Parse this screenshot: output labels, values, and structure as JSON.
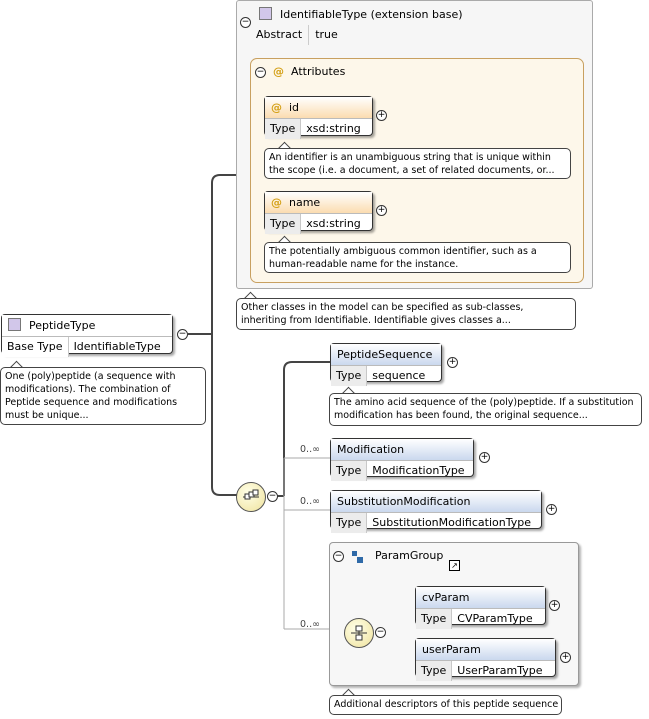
{
  "identifiable": {
    "title": "IdentifiableType (extension base)",
    "key": "Abstract",
    "value": "true"
  },
  "attributes": {
    "title": "Attributes",
    "id": {
      "name": "id",
      "type_key": "Type",
      "type_value": "xsd:string",
      "doc": "An identifier is an unambiguous string that is unique within the scope (i.e. a document, a set of related documents, or..."
    },
    "name": {
      "name": "name",
      "type_key": "Type",
      "type_value": "xsd:string",
      "doc": "The potentially ambiguous common identifier, such as a human-readable name for the instance."
    }
  },
  "identifiable_note": "Other classes in the model can be specified as sub-classes, inheriting from Identifiable. Identifiable gives classes a...",
  "peptide_type": {
    "name": "PeptideType",
    "key": "Base Type",
    "value": "IdentifiableType",
    "doc": "One (poly)peptide (a sequence with modifications). The combination of Peptide sequence and modifications must be unique..."
  },
  "elements": {
    "peptide_sequence": {
      "name": "PeptideSequence",
      "type_key": "Type",
      "type_value": "sequence",
      "doc": "The amino acid sequence of the (poly)peptide. If a substitution modification has been found, the original sequence..."
    },
    "modification": {
      "name": "Modification",
      "card": "0..∞",
      "type_key": "Type",
      "type_value": "ModificationType"
    },
    "substitution": {
      "name": "SubstitutionModification",
      "card": "0..∞",
      "type_key": "Type",
      "type_value": "SubstitutionModificationType"
    }
  },
  "param_group": {
    "name": "ParamGroup",
    "card": "0..∞",
    "cv_param": {
      "name": "cvParam",
      "type_key": "Type",
      "type_value": "CVParamType"
    },
    "user_param": {
      "name": "userParam",
      "type_key": "Type",
      "type_value": "UserParamType"
    },
    "doc": "Additional descriptors of this peptide sequence"
  },
  "icons": [
    "collapse-minus-icon",
    "expand-plus-icon",
    "class-square-icon",
    "attribute-at-icon",
    "sequence-compositor-icon",
    "group-icon",
    "shortcut-arrow-icon"
  ]
}
